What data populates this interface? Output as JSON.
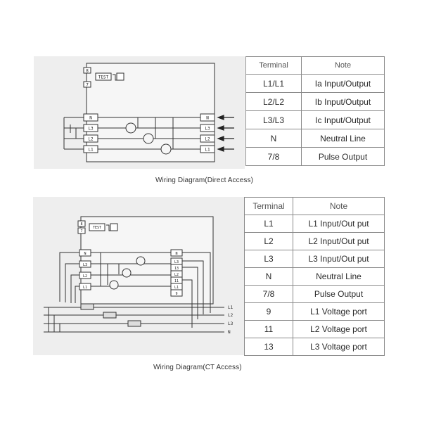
{
  "direct_access": {
    "caption": "Wiring Diagram(Direct Access)",
    "table": {
      "headers": [
        "Terminal",
        "Note"
      ],
      "rows": [
        [
          "L1/L1",
          "Ia Input/Output"
        ],
        [
          "L2/L2",
          "Ib Input/Output"
        ],
        [
          "L3/L3",
          "Ic Input/Output"
        ],
        [
          "N",
          "Neutral Line"
        ],
        [
          "7/8",
          "Pulse Output"
        ]
      ]
    },
    "diagram": {
      "pulse_terminals": [
        "8",
        "7"
      ],
      "test_label": "TEST",
      "left_terminals": [
        "N",
        "L3",
        "L2",
        "L1"
      ],
      "right_terminals": [
        "N",
        "L3",
        "L2",
        "L1"
      ]
    }
  },
  "ct_access": {
    "caption": "Wiring Diagram(CT Access)",
    "table": {
      "headers": [
        "Terminal",
        "Note"
      ],
      "rows": [
        [
          "L1",
          "L1  Input/Out put"
        ],
        [
          "L2",
          "L2  Input/Out put"
        ],
        [
          "L3",
          "L3  Input/Out put"
        ],
        [
          "N",
          "Neutral Line"
        ],
        [
          "7/8",
          "Pulse Output"
        ],
        [
          "9",
          "L1 Voltage port"
        ],
        [
          "11",
          "L2 Voltage port"
        ],
        [
          "13",
          "L3 Voltage port"
        ]
      ]
    },
    "diagram": {
      "pulse_terminals": [
        "8",
        "7"
      ],
      "test_label": "TEST",
      "left_terminals": [
        "N",
        "L3",
        "L2",
        "L1"
      ],
      "right_terminals": [
        "N",
        "L3",
        "13",
        "L2",
        "11",
        "L1",
        "9"
      ],
      "line_labels": [
        "L1",
        "L2",
        "L3",
        "N"
      ]
    }
  }
}
